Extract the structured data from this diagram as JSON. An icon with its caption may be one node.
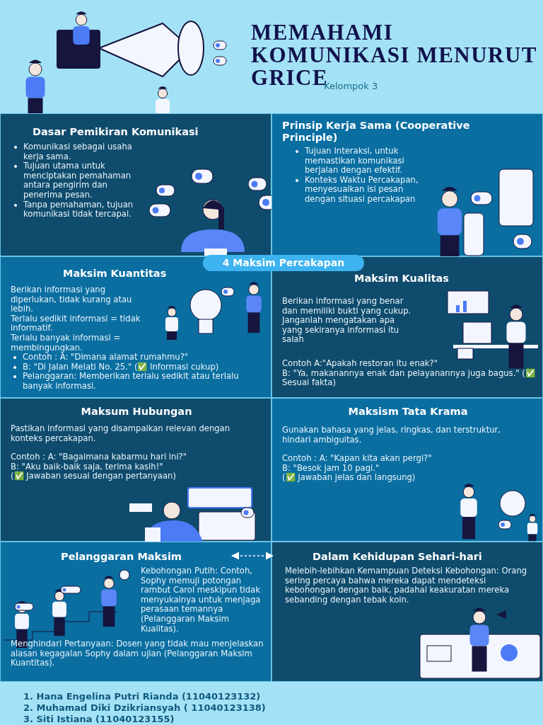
{
  "diagram": {
    "title": "MEMAHAMI KOMUNIKASI MENURUT GRICE",
    "nodes": [
      {
        "text": [
          "Dasar Pemikiran Komunikasi",
          "Komunikasi sebagai usaha kerja sama.",
          "Tujuan utama untuk menciptakan pemahaman antara pengirim dan penerima pesan.",
          "Tanpa pemahaman, tujuan komunikasi tidak tercapai."
        ]
      },
      {
        "text": [
          "Prinsip Kerja Sama (Cooperative Principle)",
          "Tujuan Interaksi, untuk memastikan komunikasi berjalan dengan efektif.",
          "Konteks Waktu Percakapan, menyesuaikan isi pesan dengan situasi percakapan"
        ]
      },
      {
        "text": [
          "4 Maksim Percakapan"
        ]
      },
      {
        "text": [
          "Maksim Kuantitas",
          "Berikan informasi yang diperlukan, tidak kurang atau lebih.",
          "Terlalu sedikit informasi = tidak informatif.",
          "Terlalu banyak informasi = membingungkan.",
          "Contoh : A: \"Dimana alamat rumahmu?\"",
          "B: \"Di Jalan Melati No. 25.\" (✅ Informasi cukup)",
          "Pelanggaran: Memberikan terlalu sedikit atau terlalu banyak informasi."
        ]
      },
      {
        "text": [
          "Maksim Kualitas",
          "Berikan informasi yang benar dan memiliki bukti yang cukup. Janganlah mengatakan apa yang sekiranya informasi itu salah",
          "Contoh A:\"Apakah restoran itu enak?\"",
          "B: \"Ya, makanannya enak dan pelayanannya juga bagus.\" (✅ Sesuai fakta)"
        ]
      },
      {
        "text": [
          "Maksum Hubungan",
          "Pastikan informasi yang disampaikan relevan dengan konteks percakapan.",
          "Contoh : A: \"Bagaimana kabarmu hari ini?\"",
          "B: \"Aku baik-baik saja, terima kasih!\"",
          "(✅ Jawaban sesuai dengan pertanyaan)"
        ]
      },
      {
        "text": [
          "Maksism Tata Krama",
          "Gunakan bahasa yang jelas, ringkas, dan terstruktur, hindari ambiguitas.",
          "Contoh : A: \"Kapan kita akan pergi?\"",
          "B: \"Besok jam 10 pagi.\"",
          "(✅ Jawaban jelas dan langsung)"
        ]
      },
      {
        "text": [
          "Pelanggaran Maksim",
          "Kebohongan Putih: Contoh, Sophy memuji potongan rambut Carol meskipun tidak menyukainya untuk menjaga perasaan temannya (Pelanggaran Maksim Kualitas).",
          "Menghindari Pertanyaan: Dosen yang tidak mau menjelaskan alasan kegagalan Sophy dalam ujian (Pelanggaran Maksim Kuantitas)."
        ]
      },
      {
        "text": [
          "Dalam Kehidupan Sehari-hari",
          "Melebih-lebihkan Kemampuan Deteksi Kebohongan: Orang sering percaya bahwa mereka dapat mendeteksi kebohongan dengan baik, padahal keakuratan mereka sebanding dengan tebak koin."
        ]
      }
    ],
    "edges": [
      {
        "from": 7,
        "to": 8,
        "arrow": "both",
        "style": "dashed"
      }
    ],
    "labels": [
      "Kelompok 3",
      "1. Hana Engelina Putri Rianda (11040123132)",
      "2. Muhamad Diki Dzikriansyah ( 11040123138)",
      "3. Siti Istiana (11040123155)"
    ]
  }
}
